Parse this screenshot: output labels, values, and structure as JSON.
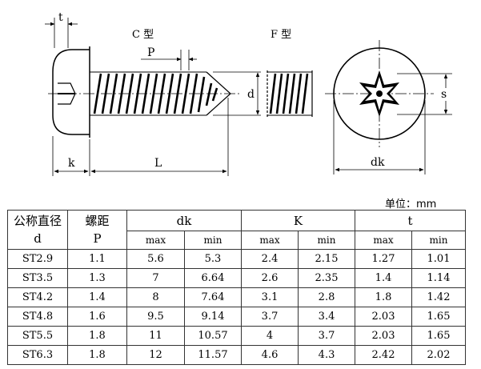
{
  "labels": {
    "t": "t",
    "c_type": "C 型",
    "f_type": "F 型",
    "p": "P",
    "d": "d",
    "s": "s",
    "k": "k",
    "L": "L",
    "dk": "dk"
  },
  "unit": "单位：mm",
  "table": {
    "col1_top": "公称直径",
    "col1_bottom": "d",
    "col2_top": "螺距",
    "col2_bottom": "P",
    "groups": [
      "dk",
      "K",
      "t"
    ],
    "subheaders": [
      "max",
      "min",
      "max",
      "min",
      "max",
      "min"
    ],
    "rows": [
      [
        "ST2.9",
        "1.1",
        "5.6",
        "5.3",
        "2.4",
        "2.15",
        "1.27",
        "1.01"
      ],
      [
        "ST3.5",
        "1.3",
        "7",
        "6.64",
        "2.6",
        "2.35",
        "1.4",
        "1.14"
      ],
      [
        "ST4.2",
        "1.4",
        "8",
        "7.64",
        "3.1",
        "2.8",
        "1.8",
        "1.42"
      ],
      [
        "ST4.8",
        "1.6",
        "9.5",
        "9.14",
        "3.7",
        "3.4",
        "2.03",
        "1.65"
      ],
      [
        "ST5.5",
        "1.8",
        "11",
        "10.57",
        "4",
        "3.7",
        "2.03",
        "1.65"
      ],
      [
        "ST6.3",
        "1.8",
        "12",
        "11.57",
        "4.6",
        "4.3",
        "2.42",
        "2.02"
      ]
    ]
  }
}
